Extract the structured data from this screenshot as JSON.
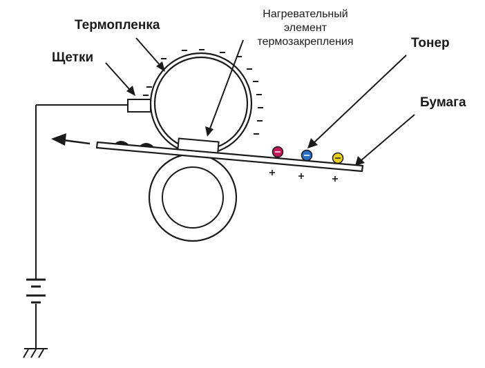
{
  "labels": {
    "film": "Термопленка",
    "brushes": "Щетки",
    "heater": "Нагревательный элемент термозакрепления",
    "heater_line1": "Нагревательный",
    "heater_line2": "элемент",
    "heater_line3": "термозакрепления",
    "toner": "Тонер",
    "paper": "Бумага"
  },
  "colors": {
    "line": "#1a1a1a",
    "toner_magenta": "#c0185a",
    "toner_cyan": "#2a6fc4",
    "toner_yellow": "#e8cf1e"
  }
}
